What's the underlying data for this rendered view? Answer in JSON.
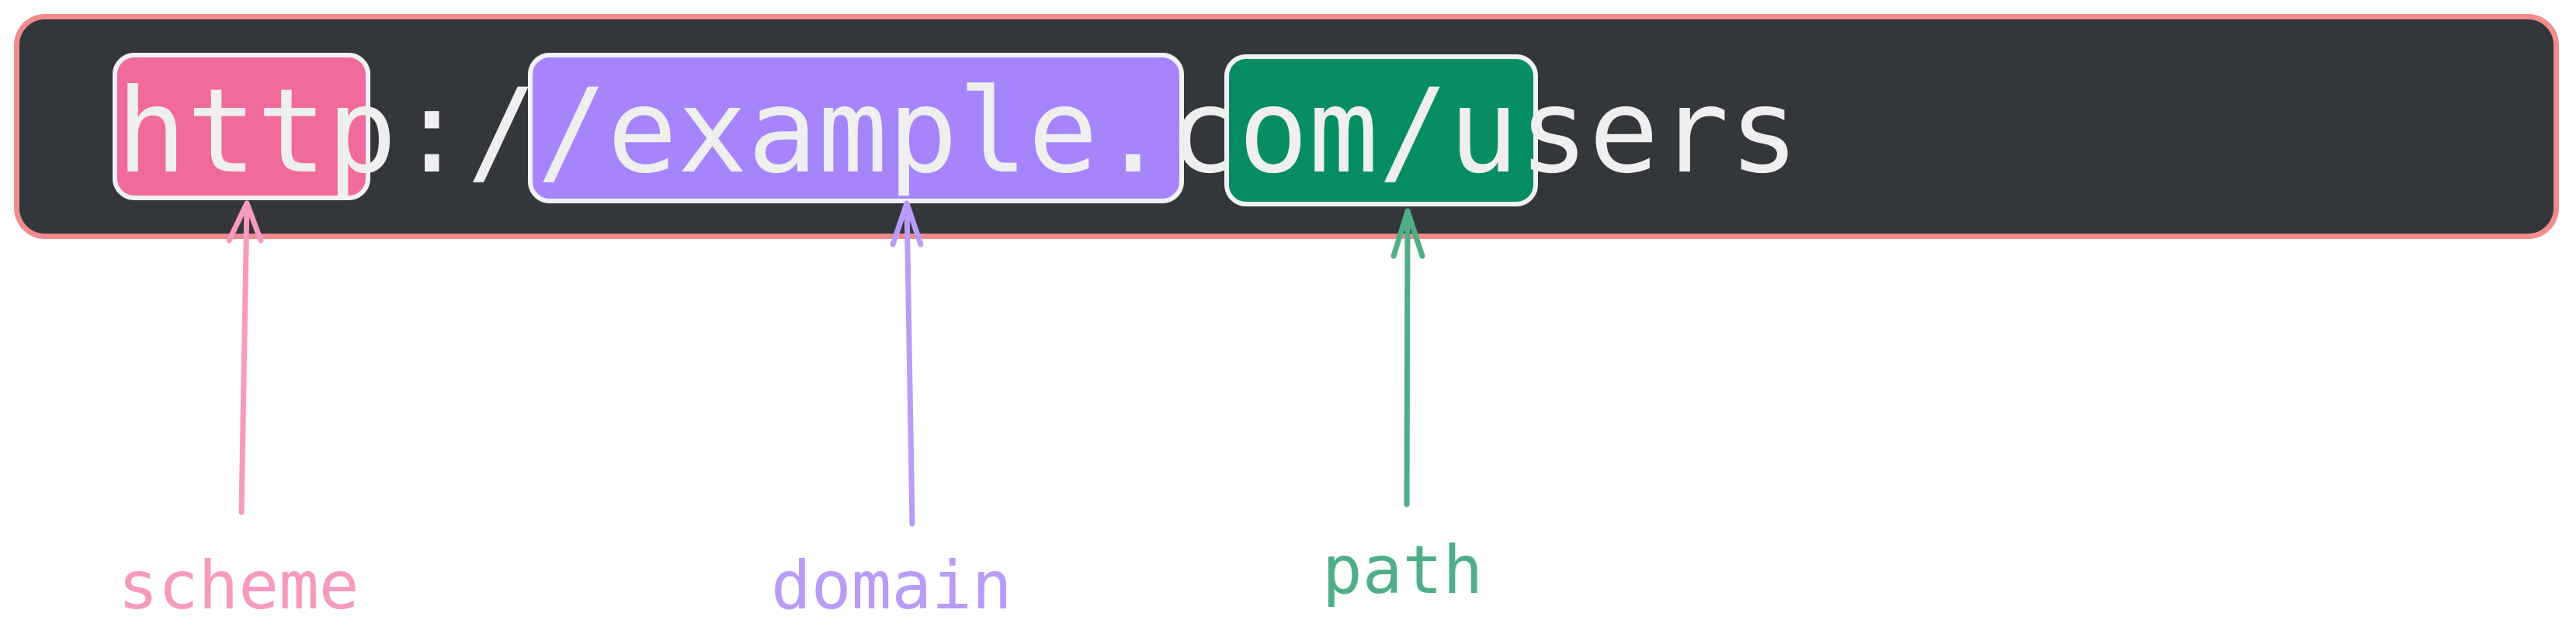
{
  "url": {
    "scheme": "http",
    "separator_colon": ":",
    "separator_slashes": "//",
    "domain": "example.com",
    "separator_path": "/",
    "path": "users"
  },
  "labels": {
    "scheme": "scheme",
    "domain": "domain",
    "path": "path"
  },
  "colors": {
    "bar_background": "#33363a",
    "bar_border": "#f08c8c",
    "scheme_fill": "#f06b9b",
    "domain_fill": "#a684fb",
    "path_fill": "#078d63",
    "scheme_label": "#f79ac0",
    "domain_label": "#b99cf7",
    "path_label": "#4fae87"
  }
}
